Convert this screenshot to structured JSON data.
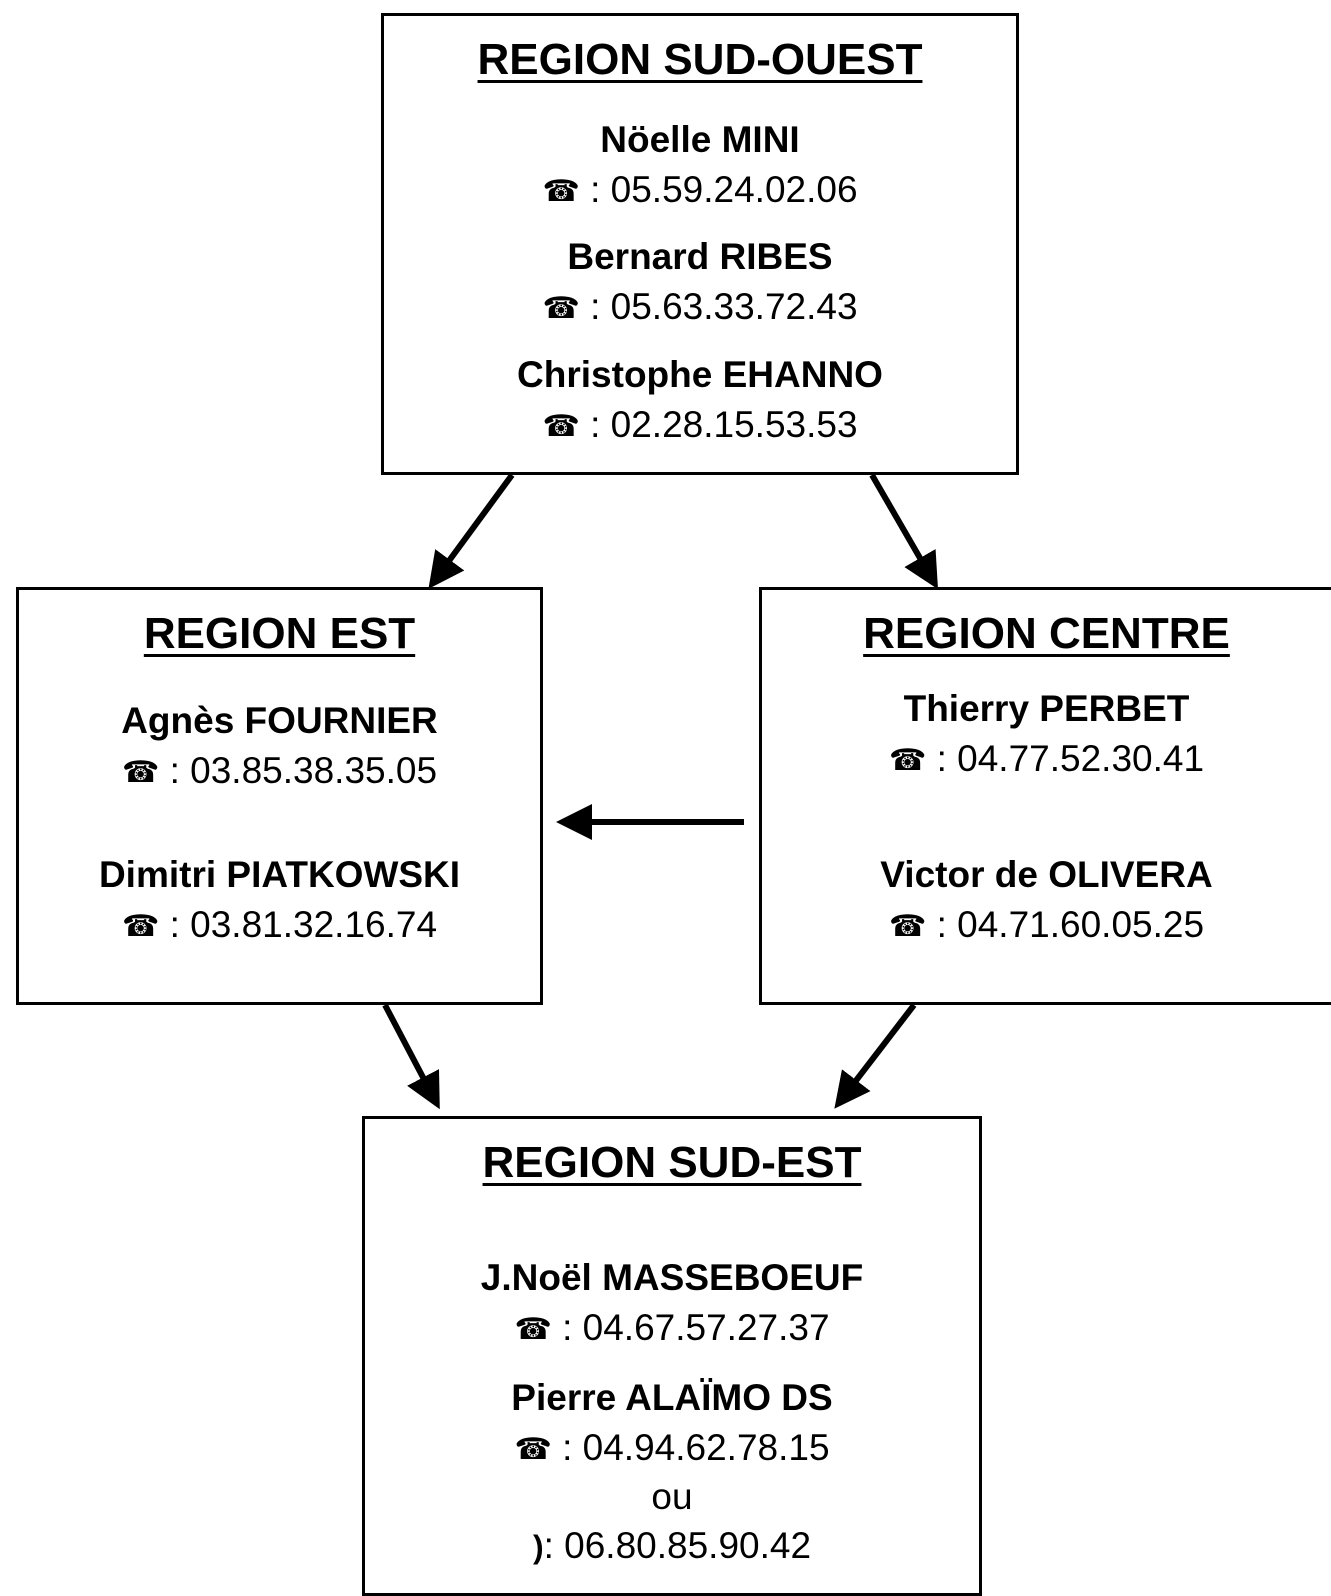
{
  "icons": {
    "telephone": "telephone-icon",
    "mobile": "mobile-phone-icon"
  },
  "regions": {
    "sud_ouest": {
      "title": "REGION SUD-OUEST",
      "contacts": [
        {
          "name": "Nöelle MINI",
          "phone": ": 05.59.24.02.06"
        },
        {
          "name": "Bernard RIBES",
          "phone": ": 05.63.33.72.43"
        },
        {
          "name": "Christophe EHANNO",
          "phone": ": 02.28.15.53.53"
        }
      ]
    },
    "est": {
      "title": "REGION EST",
      "contacts": [
        {
          "name": "Agnès FOURNIER",
          "phone": ": 03.85.38.35.05"
        },
        {
          "name": "Dimitri PIATKOWSKI",
          "phone": ": 03.81.32.16.74"
        }
      ]
    },
    "centre": {
      "title": "REGION CENTRE",
      "contacts": [
        {
          "name": "Thierry PERBET",
          "phone": ": 04.77.52.30.41"
        },
        {
          "name": "Victor de OLIVERA",
          "phone": ": 04.71.60.05.25"
        }
      ]
    },
    "sud_est": {
      "title": "REGION SUD-EST",
      "contacts": [
        {
          "name": "J.Noël MASSEBOEUF",
          "phone": ": 04.67.57.27.37"
        },
        {
          "name": "Pierre ALAÏMO DS",
          "phone": ": 04.94.62.78.15",
          "alt_word": "ou",
          "mobile": ": 06.80.85.90.42"
        }
      ]
    }
  }
}
